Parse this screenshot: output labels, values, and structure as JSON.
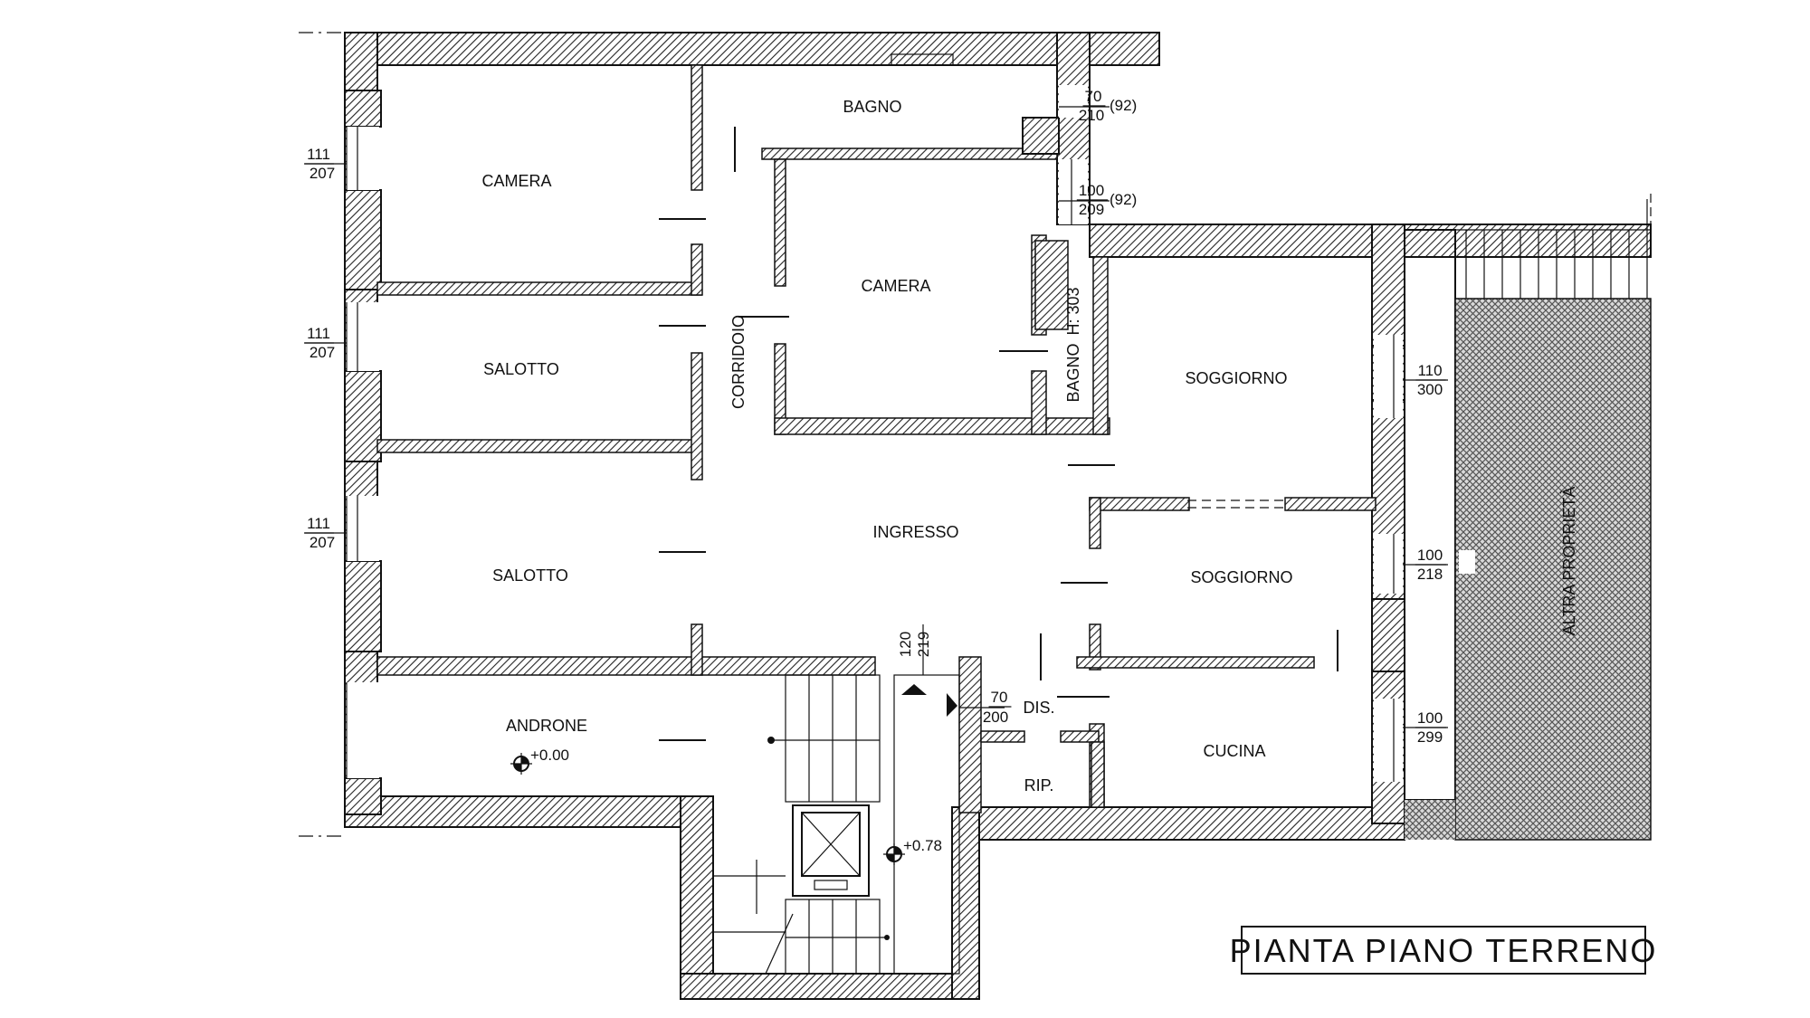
{
  "title": "PIANTA PIANO TERRENO",
  "rooms": {
    "camera_1": "CAMERA",
    "bagno_1": "BAGNO",
    "camera_2": "CAMERA",
    "salotto_1": "SALOTTO",
    "corridoio": "CORRIDOIO",
    "bagno_2": "BAGNO",
    "bagno_2_height": "H: 303",
    "soggiorno_1": "SOGGIORNO",
    "ingresso": "INGRESSO",
    "salotto_2": "SALOTTO",
    "soggiorno_2": "SOGGIORNO",
    "androne": "ANDRONE",
    "dis": "DIS.",
    "cucina": "CUCINA",
    "rip": "RIP.",
    "altra_proprieta": "ALTRA PROPRIETÀ"
  },
  "levels": {
    "androne_level": "+0.00",
    "landing_level": "+0.78"
  },
  "dimensions": {
    "win_camera_w": "111",
    "win_camera_h": "207",
    "win_salotto1_w": "111",
    "win_salotto1_h": "207",
    "win_salotto2_w": "111",
    "win_salotto2_h": "207",
    "win_bagno_w": "70",
    "win_bagno_h": "210",
    "win_bagno_sill": "(92)",
    "win_camera2_w": "100",
    "win_camera2_h": "209",
    "win_camera2_sill": "(92)",
    "win_soggiorno1_w": "110",
    "win_soggiorno1_h": "300",
    "win_soggiorno2_w": "100",
    "win_soggiorno2_h": "218",
    "win_cucina_w": "100",
    "win_cucina_h": "299",
    "door_entry_w": "120",
    "door_entry_h": "219",
    "door_dis_w": "70",
    "door_dis_h": "200"
  }
}
